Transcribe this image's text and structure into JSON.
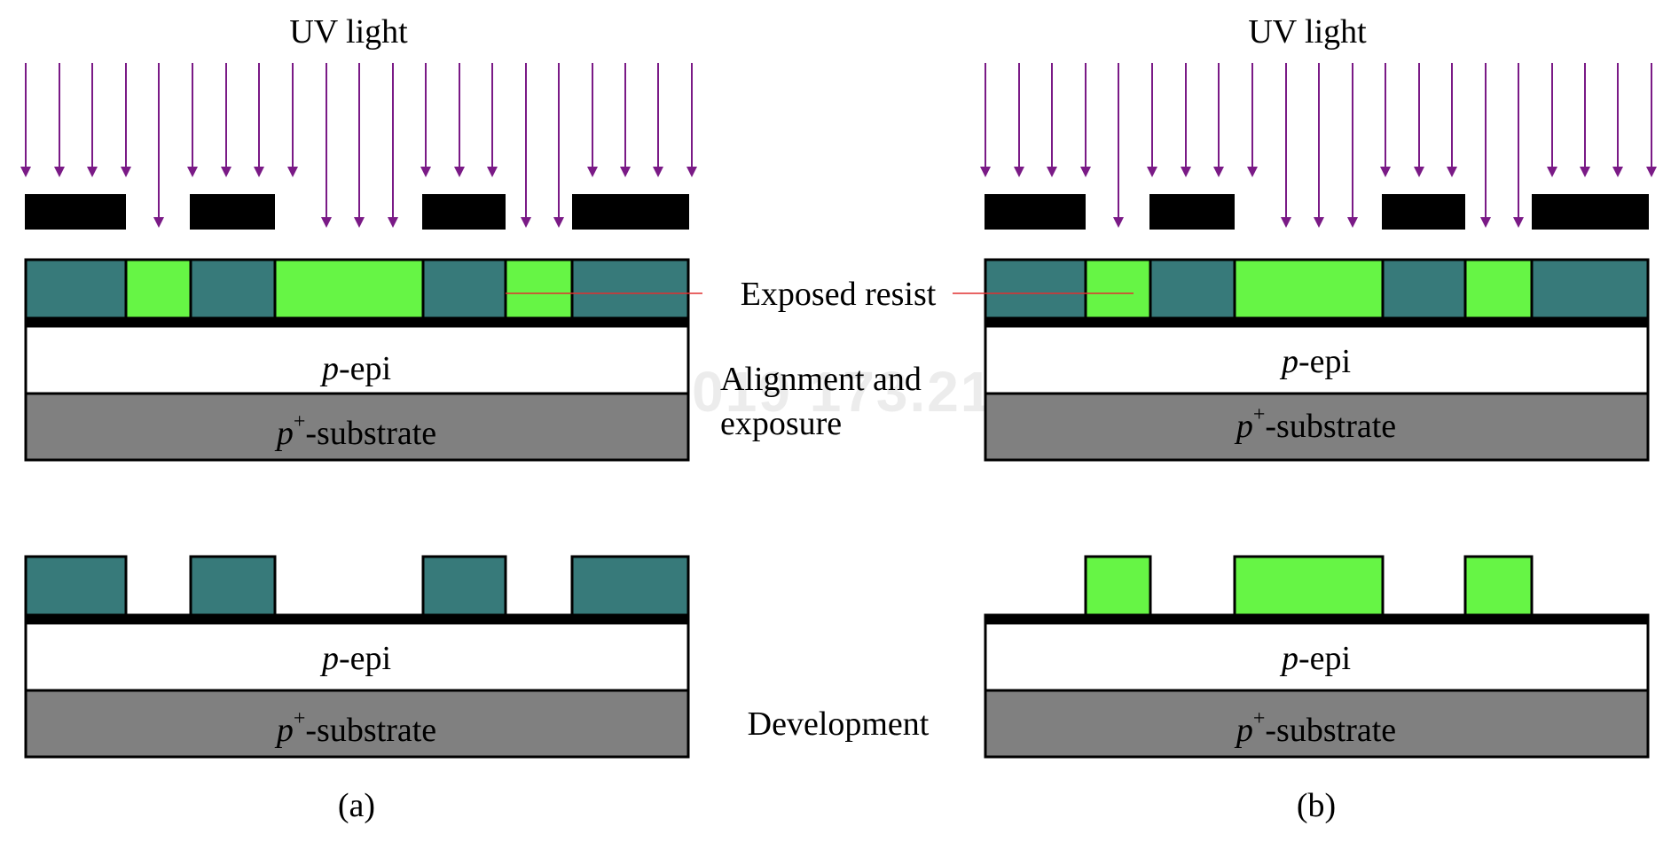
{
  "watermark": "2731 72 05 NOV 2019 173.218.158.176",
  "labels": {
    "uv_light_a": "UV light",
    "uv_light_b": "UV light",
    "exposed_resist": "Exposed resist",
    "alignment_line1": "Alignment and",
    "alignment_line2": "exposure",
    "development": "Development",
    "caption_a": "(a)",
    "caption_b": "(b)"
  },
  "layers": {
    "epi_italic": "p",
    "epi_rest": "-epi",
    "sub_italic": "p",
    "sub_sup": "+",
    "sub_rest": "-substrate"
  },
  "colors": {
    "arrow": "#7a1a86",
    "mask": "#000000",
    "unexposed_resist": "#377a7a",
    "exposed_resist": "#66f545",
    "substrate": "#808080",
    "epi": "#ffffff",
    "leader_line": "#e03030"
  }
}
